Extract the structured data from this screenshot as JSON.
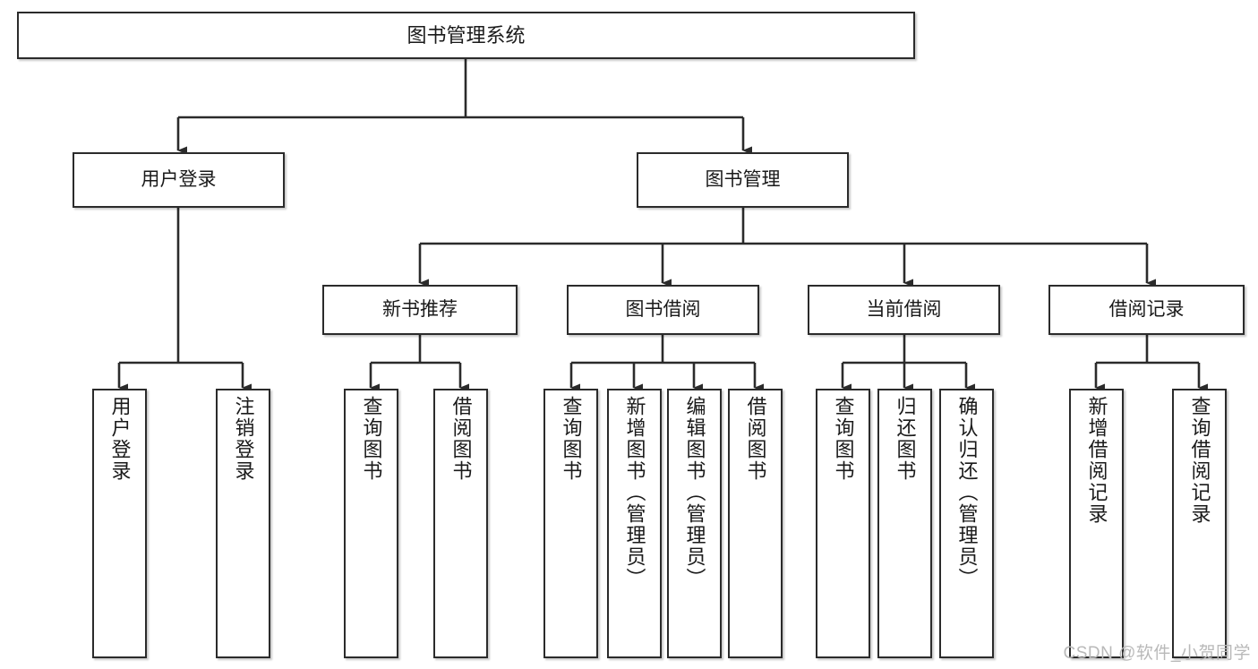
{
  "diagram": {
    "title": "图书管理系统",
    "type": "tree",
    "watermark": "CSDN @软件_小贺同学",
    "colors": {
      "box_border": "#2b2b2b",
      "box_fill": "#ffffff",
      "edge": "#2b2b2b",
      "text": "#1a1a1a",
      "watermark": "#b9b9b9"
    },
    "levels": {
      "root": "图书管理系统",
      "level2": [
        "用户登录",
        "图书管理"
      ],
      "level3": [
        "新书推荐",
        "图书借阅",
        "当前借阅",
        "借阅记录"
      ]
    },
    "nodes": {
      "root": {
        "label": "图书管理系统"
      },
      "user_login": {
        "label": "用户登录"
      },
      "book_manage": {
        "label": "图书管理"
      },
      "new_book_rec": {
        "label": "新书推荐"
      },
      "book_borrow": {
        "label": "图书借阅"
      },
      "current_borrow": {
        "label": "当前借阅"
      },
      "borrow_record": {
        "label": "借阅记录"
      },
      "leaf_user_login": {
        "label": "用户登录"
      },
      "leaf_logout": {
        "label": "注销登录"
      },
      "leaf_query_book_1": {
        "label": "查询图书"
      },
      "leaf_borrow_book_1": {
        "label": "借阅图书"
      },
      "leaf_query_book_2": {
        "label": "查询图书"
      },
      "leaf_add_book": {
        "label": "新增图书（管理员）"
      },
      "leaf_edit_book": {
        "label": "编辑图书（管理员）"
      },
      "leaf_borrow_book_2": {
        "label": "借阅图书"
      },
      "leaf_query_book_3": {
        "label": "查询图书"
      },
      "leaf_return_book": {
        "label": "归还图书"
      },
      "leaf_confirm_return": {
        "label": "确认归还（管理员）"
      },
      "leaf_add_record": {
        "label": "新增借阅记录"
      },
      "leaf_query_record": {
        "label": "查询借阅记录"
      }
    }
  }
}
